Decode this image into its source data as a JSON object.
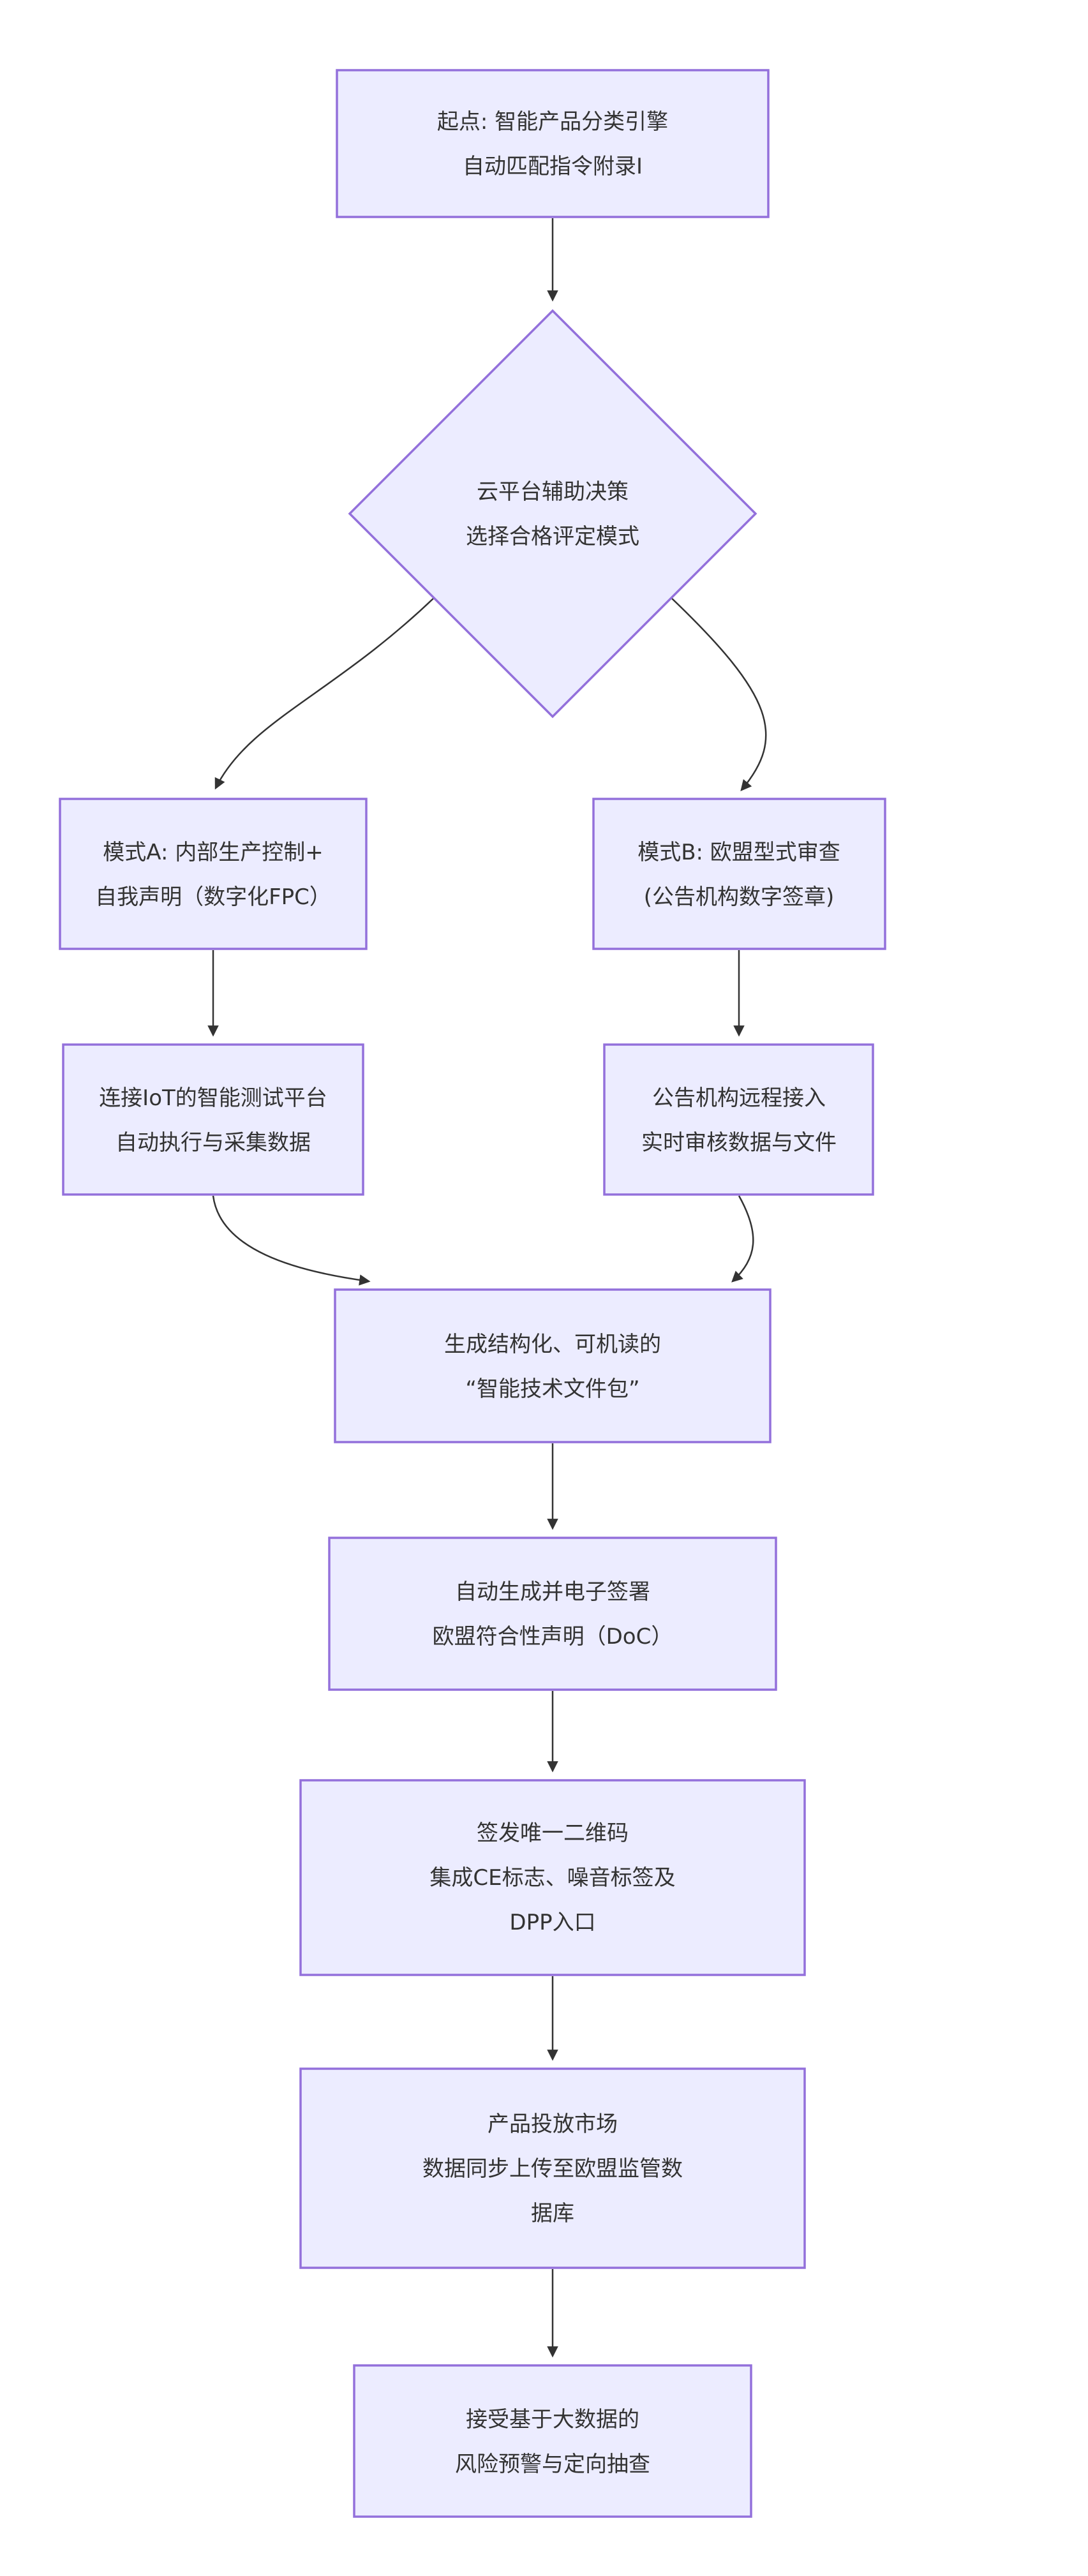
{
  "diagram": {
    "type": "flowchart",
    "direction": "top-down",
    "colors": {
      "background": "#ffffff",
      "node_fill": "#ECECFF",
      "node_border": "#9370DB",
      "edge": "#333333",
      "text": "#333333"
    },
    "nodes": {
      "start": {
        "shape": "rect",
        "lines": [
          "起点: 智能产品分类引擎",
          "自动匹配指令附录I"
        ]
      },
      "decision": {
        "shape": "diamond",
        "lines": [
          "云平台辅助决策",
          "选择合格评定模式"
        ]
      },
      "mode_a": {
        "shape": "rect",
        "lines": [
          "模式A: 内部生产控制+",
          "自我声明（数字化FPC）"
        ]
      },
      "mode_b": {
        "shape": "rect",
        "lines": [
          "模式B: 欧盟型式审查",
          "(公告机构数字签章)"
        ]
      },
      "iot_test": {
        "shape": "rect",
        "lines": [
          "连接IoT的智能测试平台",
          "自动执行与采集数据"
        ]
      },
      "notified_body": {
        "shape": "rect",
        "lines": [
          "公告机构远程接入",
          "实时审核数据与文件"
        ]
      },
      "tech_package": {
        "shape": "rect",
        "lines": [
          "生成结构化、可机读的",
          "“智能技术文件包”"
        ]
      },
      "doc_sign": {
        "shape": "rect",
        "lines": [
          "自动生成并电子签署",
          "欧盟符合性声明（DoC）"
        ]
      },
      "qr_code": {
        "shape": "rect",
        "lines": [
          "签发唯一二维码",
          "集成CE标志、噪音标签及",
          "DPP入口"
        ]
      },
      "market": {
        "shape": "rect",
        "lines": [
          "产品投放市场",
          "数据同步上传至欧盟监管数",
          "据库"
        ]
      },
      "surveillance": {
        "shape": "rect",
        "lines": [
          "接受基于大数据的",
          "风险预警与定向抽查"
        ]
      }
    },
    "edges": [
      {
        "from": "start",
        "to": "decision"
      },
      {
        "from": "decision",
        "to": "mode_a"
      },
      {
        "from": "decision",
        "to": "mode_b"
      },
      {
        "from": "mode_a",
        "to": "iot_test"
      },
      {
        "from": "mode_b",
        "to": "notified_body"
      },
      {
        "from": "iot_test",
        "to": "tech_package"
      },
      {
        "from": "notified_body",
        "to": "tech_package"
      },
      {
        "from": "tech_package",
        "to": "doc_sign"
      },
      {
        "from": "doc_sign",
        "to": "qr_code"
      },
      {
        "from": "qr_code",
        "to": "market"
      },
      {
        "from": "market",
        "to": "surveillance"
      }
    ]
  }
}
